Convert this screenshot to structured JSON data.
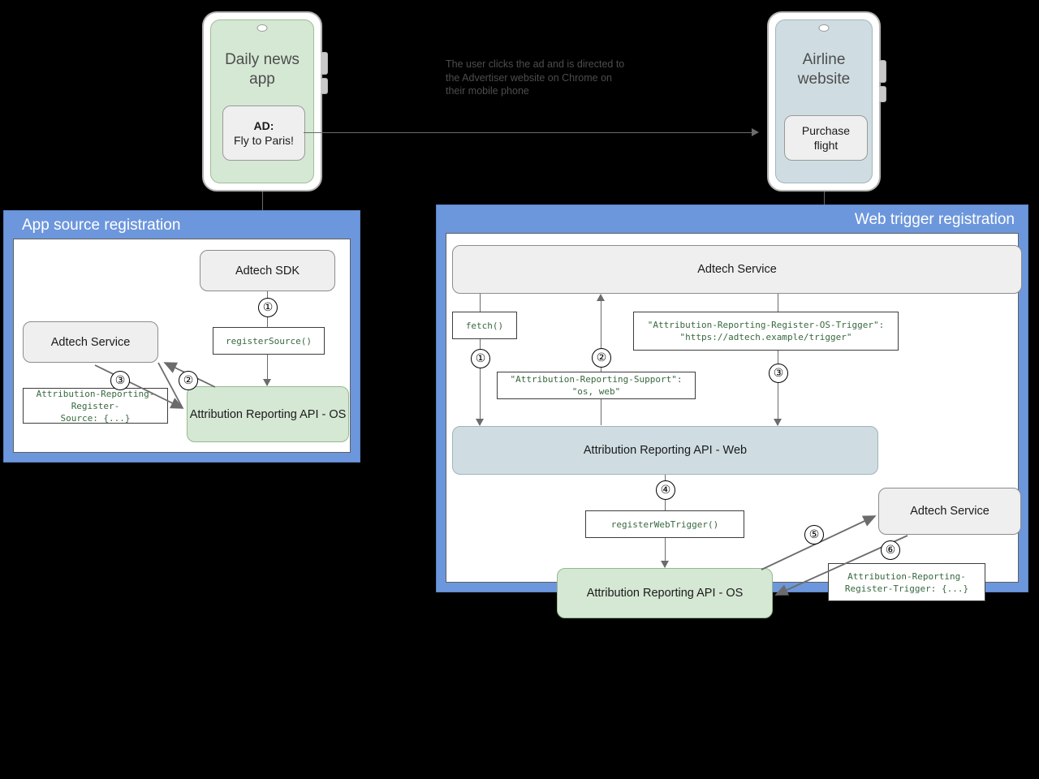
{
  "caption": {
    "text": "The user clicks the ad and is directed to\nthe Advertiser website on Chrome on\ntheir mobile phone"
  },
  "phones": {
    "left": {
      "title": "Daily news\napp",
      "ad_label": "AD:",
      "ad_text": "Fly to Paris!"
    },
    "right": {
      "title": "Airline\nwebsite",
      "button": "Purchase\nflight"
    }
  },
  "panels": {
    "app_source": {
      "title": "App source registration",
      "nodes": {
        "sdk": "Adtech SDK",
        "adtech_service": "Adtech Service",
        "api_os": "Attribution Reporting API - OS"
      },
      "code": {
        "register_source": "registerSource()",
        "register_source_header": "Attribution-Reporting-Register-\nSource: {...}"
      },
      "steps": [
        "①",
        "②",
        "③"
      ]
    },
    "web_trigger": {
      "title": "Web trigger registration",
      "nodes": {
        "adtech_service_top": "Adtech Service",
        "api_web": "Attribution Reporting API - Web",
        "api_os": "Attribution Reporting API - OS",
        "adtech_service_bottom": "Adtech Service"
      },
      "code": {
        "fetch": "fetch()",
        "support_header": "\"Attribution-Reporting-Support\": \"os, web\"",
        "os_trigger_header": "\"Attribution-Reporting-Register-OS-Trigger\":\n\"https://adtech.example/trigger\"",
        "register_web_trigger": "registerWebTrigger()",
        "register_trigger_header": "Attribution-Reporting-\nRegister-Trigger: {...}"
      },
      "steps": [
        "①",
        "②",
        "③",
        "④",
        "⑤",
        "⑥"
      ]
    }
  },
  "colors": {
    "panel_blue": "#6d97dc",
    "node_grey": "#efefef",
    "node_green": "#d5e8d4",
    "node_blue": "#cfdde2",
    "code_text_green": "#38693f",
    "connector_grey": "#6b6b6b"
  }
}
